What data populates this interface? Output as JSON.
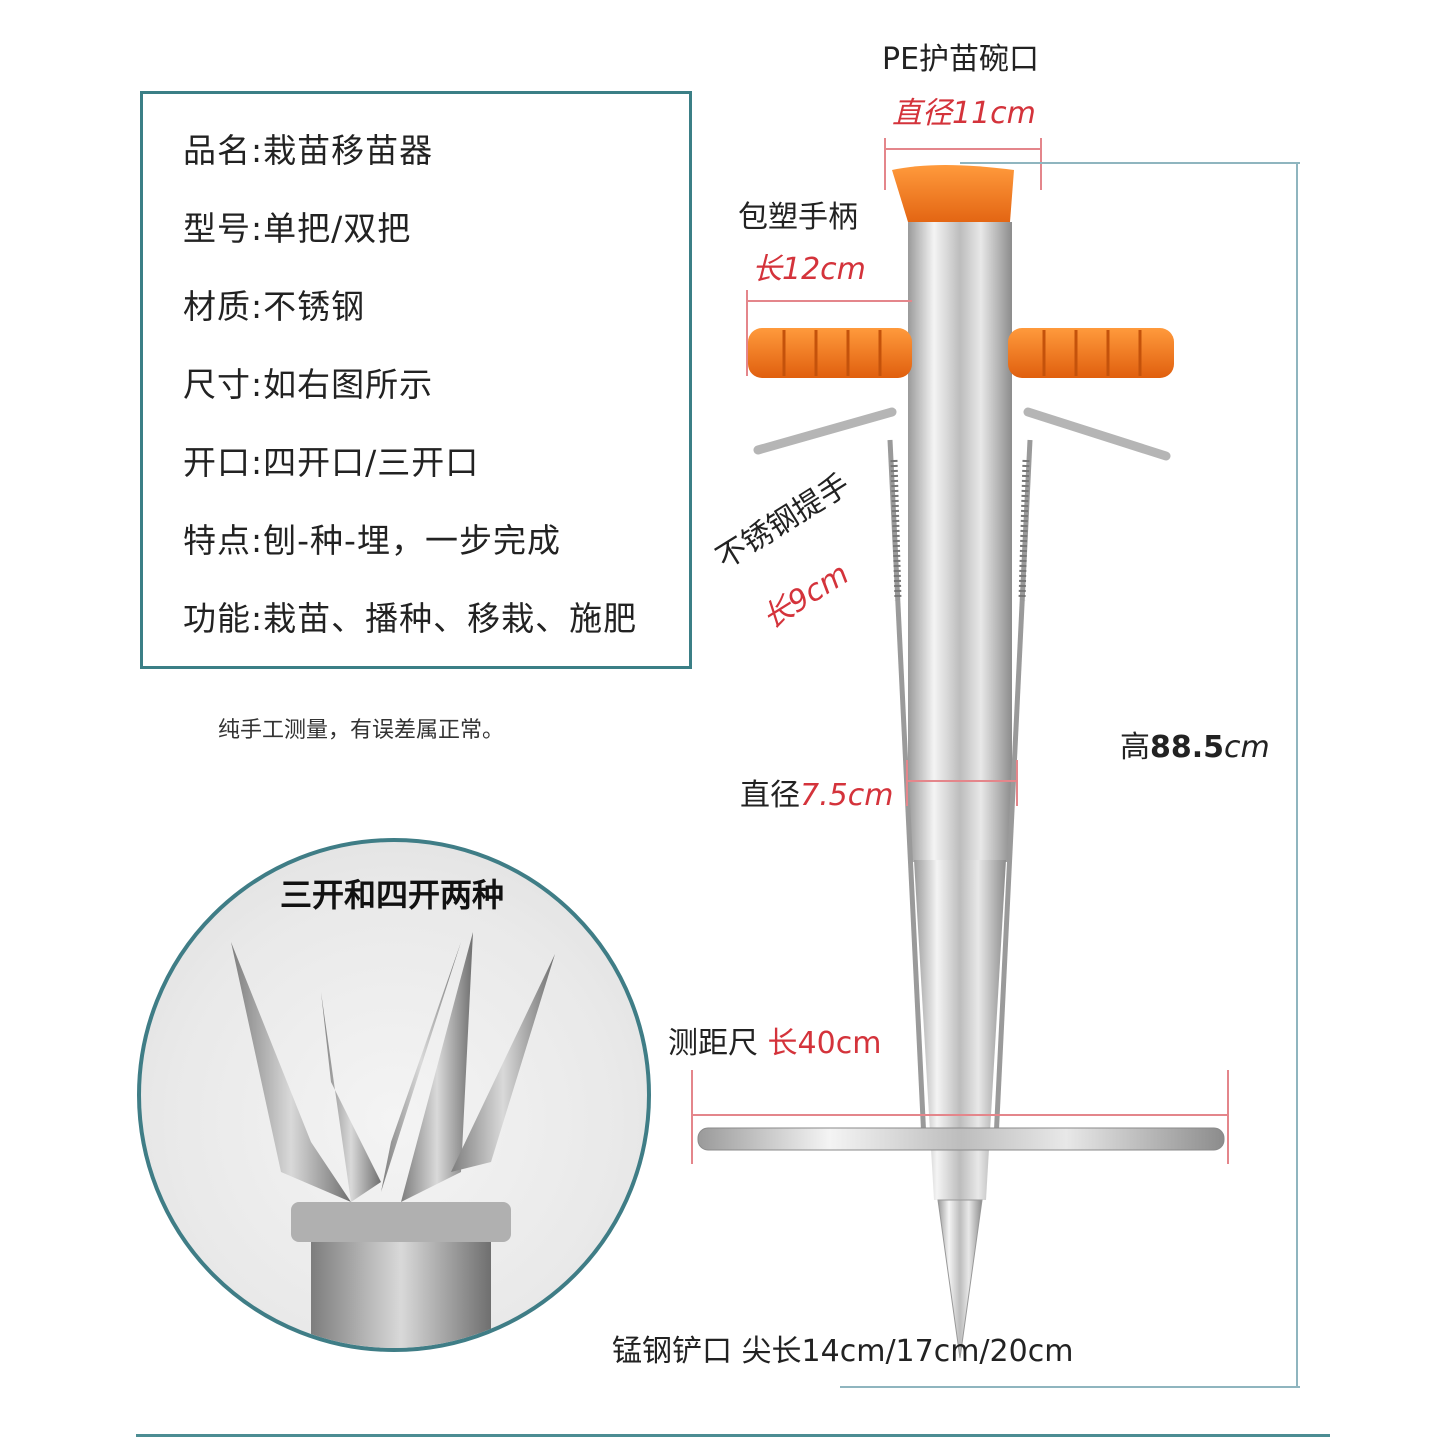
{
  "specs": [
    {
      "key": "品名:",
      "value": "栽苗移苗器"
    },
    {
      "key": "型号:",
      "value": "单把/双把"
    },
    {
      "key": "材质:",
      "value": "不锈钢"
    },
    {
      "key": "尺寸:",
      "value": "如右图所示"
    },
    {
      "key": "开口:",
      "value": "四开口/三开口"
    },
    {
      "key": "特点:",
      "value": "刨-种-埋，一步完成"
    },
    {
      "key": "功能:",
      "value": "栽苗、播种、移栽、施肥"
    }
  ],
  "note": "纯手工测量，有误差属正常。",
  "detail": {
    "title": "三开和四开两种"
  },
  "callouts": {
    "bowl": {
      "label": "PE护苗碗口",
      "value": "直径11cm"
    },
    "handle": {
      "label": "包塑手柄",
      "value": "长12cm"
    },
    "lever": {
      "label": "不锈钢提手",
      "value": "长9cm"
    },
    "height": {
      "prefix": "高",
      "value": "88.5",
      "unit": "cm"
    },
    "diameter": {
      "label": "直径",
      "value": "7.5cm"
    },
    "ruler": {
      "label": "测距尺",
      "value": "长40cm"
    },
    "tip": {
      "label": "锰钢铲口",
      "value": "尖长14cm/17cm/20cm"
    }
  },
  "colors": {
    "accent_teal": "#3b7f86",
    "measure_red": "#d4333b",
    "handle_orange": "#f07a1e"
  }
}
